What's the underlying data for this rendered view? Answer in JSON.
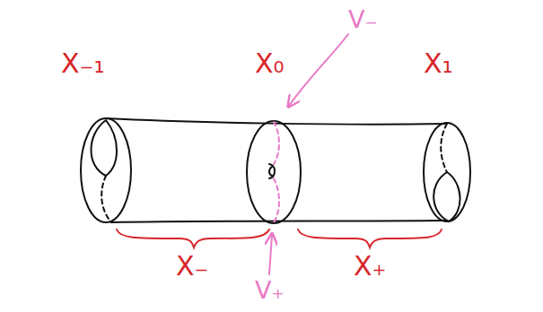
{
  "diagram": {
    "labels": [
      "X₋₁",
      "X₀",
      "X₁",
      "V₋",
      "V₊",
      "X₋",
      "X₊"
    ]
  }
}
